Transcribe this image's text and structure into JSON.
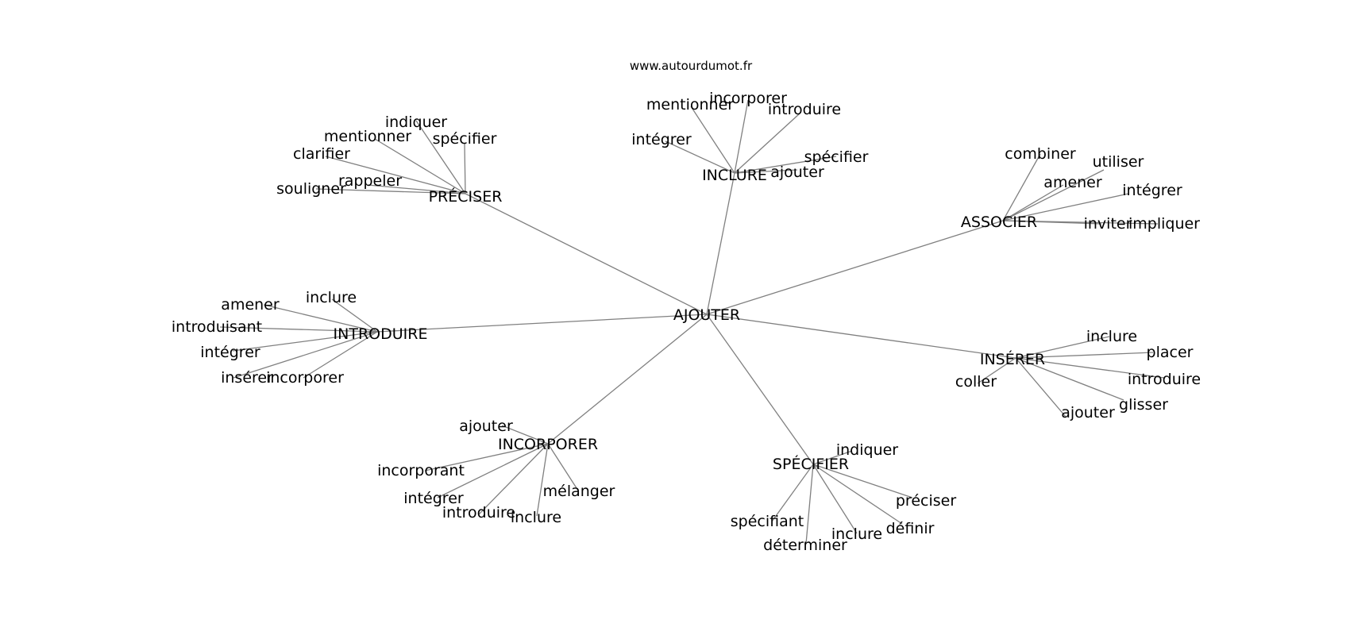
{
  "watermark": "www.autourdumot.fr",
  "colors": {
    "edge": "#808080",
    "text": "#000000",
    "background": "#ffffff"
  },
  "center": "AJOUTER",
  "clusters": [
    {
      "id": "preciser",
      "label": "PRÉCISER",
      "leaves": [
        {
          "id": "indiquer",
          "label": "indiquer"
        },
        {
          "id": "mentionner",
          "label": "mentionner"
        },
        {
          "id": "specifier",
          "label": "spécifier"
        },
        {
          "id": "clarifier",
          "label": "clarifier"
        },
        {
          "id": "rappeler",
          "label": "rappeler"
        },
        {
          "id": "souligner",
          "label": "souligner"
        }
      ]
    },
    {
      "id": "inclure",
      "label": "INCLURE",
      "leaves": [
        {
          "id": "mentionner",
          "label": "mentionner"
        },
        {
          "id": "incorporer",
          "label": "incorporer"
        },
        {
          "id": "introduire",
          "label": "introduire"
        },
        {
          "id": "integrer",
          "label": "intégrer"
        },
        {
          "id": "specifier",
          "label": "spécifier"
        },
        {
          "id": "ajouter",
          "label": "ajouter"
        }
      ]
    },
    {
      "id": "associer",
      "label": "ASSOCIER",
      "leaves": [
        {
          "id": "combiner",
          "label": "combiner"
        },
        {
          "id": "utiliser",
          "label": "utiliser"
        },
        {
          "id": "amener",
          "label": "amener"
        },
        {
          "id": "integrer",
          "label": "intégrer"
        },
        {
          "id": "inviter",
          "label": "inviter"
        },
        {
          "id": "impliquer",
          "label": "impliquer"
        }
      ]
    },
    {
      "id": "introduire",
      "label": "INTRODUIRE",
      "leaves": [
        {
          "id": "inclure",
          "label": "inclure"
        },
        {
          "id": "amener",
          "label": "amener"
        },
        {
          "id": "introduisant",
          "label": "introduisant"
        },
        {
          "id": "integrer",
          "label": "intégrer"
        },
        {
          "id": "inserer",
          "label": "insérer"
        },
        {
          "id": "incorporer",
          "label": "incorporer"
        }
      ]
    },
    {
      "id": "inserer",
      "label": "INSÉRER",
      "leaves": [
        {
          "id": "inclure",
          "label": "inclure"
        },
        {
          "id": "placer",
          "label": "placer"
        },
        {
          "id": "coller",
          "label": "coller"
        },
        {
          "id": "introduire",
          "label": "introduire"
        },
        {
          "id": "glisser",
          "label": "glisser"
        },
        {
          "id": "ajouter",
          "label": "ajouter"
        }
      ]
    },
    {
      "id": "incorporer",
      "label": "INCORPORER",
      "leaves": [
        {
          "id": "ajouter",
          "label": "ajouter"
        },
        {
          "id": "incorporant",
          "label": "incorporant"
        },
        {
          "id": "melanger",
          "label": "mélanger"
        },
        {
          "id": "integrer",
          "label": "intégrer"
        },
        {
          "id": "introduire",
          "label": "introduire"
        },
        {
          "id": "inclure",
          "label": "inclure"
        }
      ]
    },
    {
      "id": "specifier",
      "label": "SPÉCIFIER",
      "leaves": [
        {
          "id": "indiquer",
          "label": "indiquer"
        },
        {
          "id": "preciser",
          "label": "préciser"
        },
        {
          "id": "specifiant",
          "label": "spécifiant"
        },
        {
          "id": "definir",
          "label": "définir"
        },
        {
          "id": "inclure",
          "label": "inclure"
        },
        {
          "id": "determiner",
          "label": "déterminer"
        }
      ]
    }
  ]
}
